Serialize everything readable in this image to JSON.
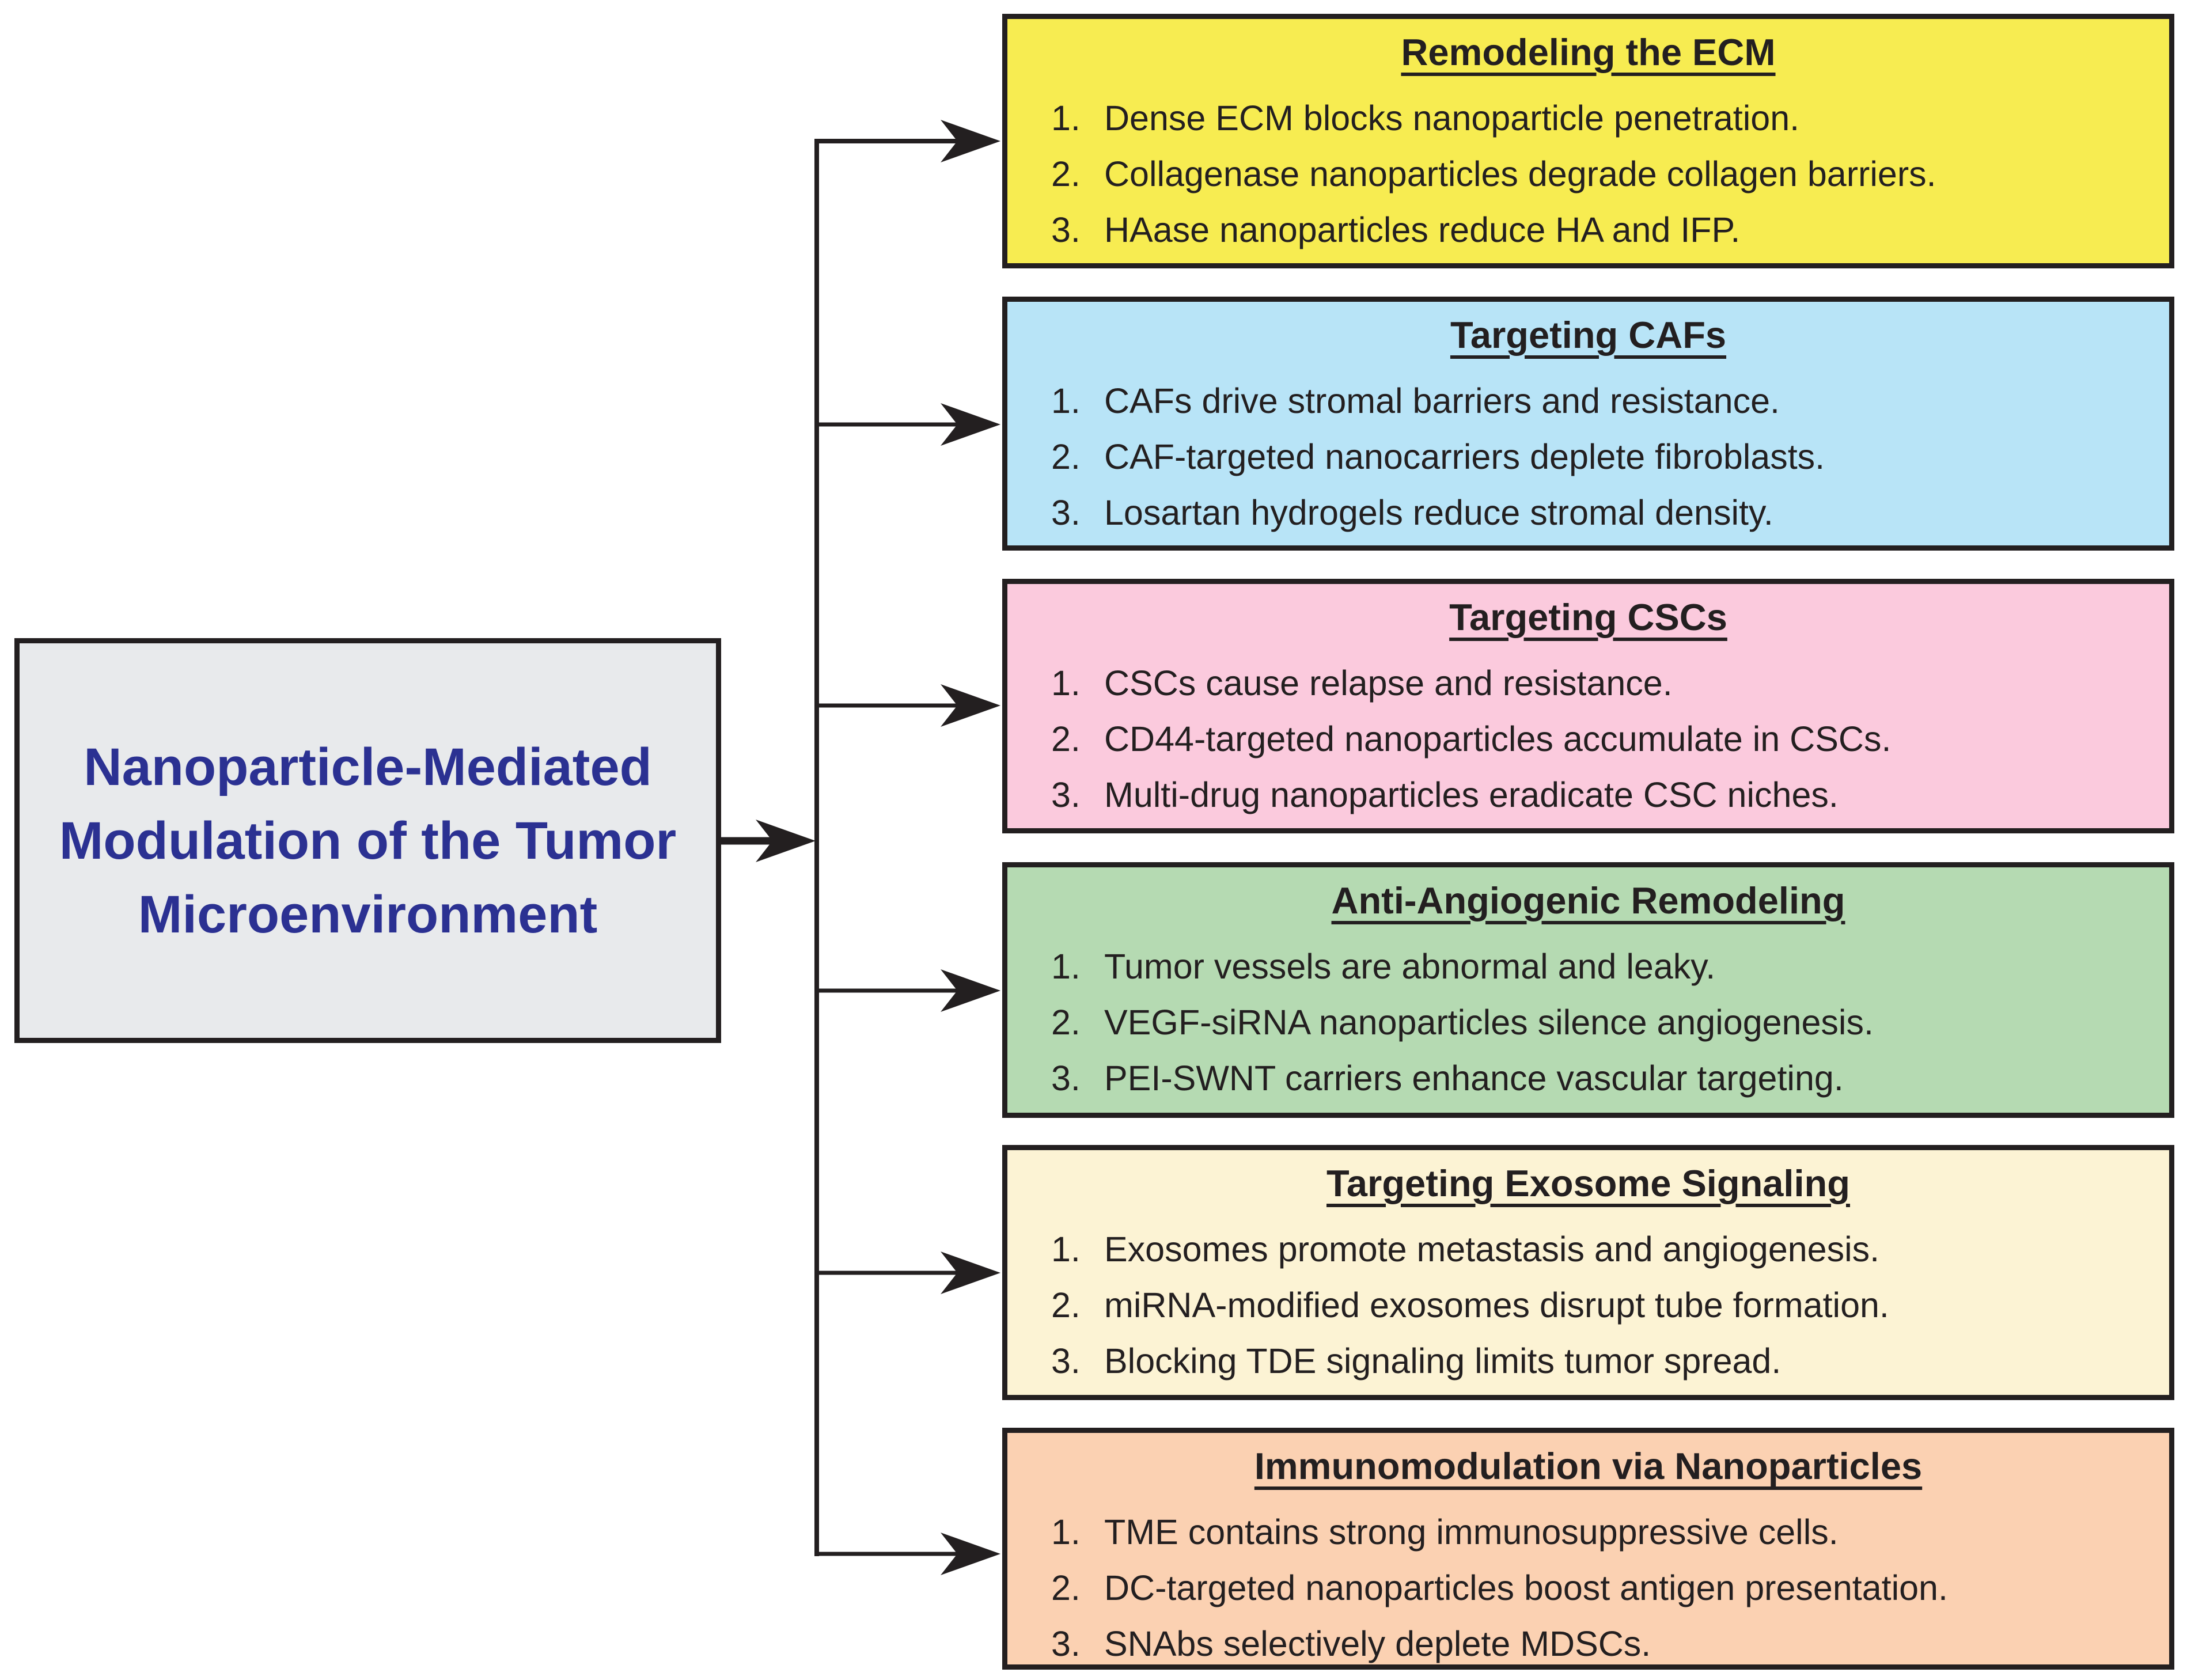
{
  "diagram": {
    "line_color": "#231f20",
    "root": {
      "title": "Nanoparticle-Mediated Modulation of the Tumor Microenvironment",
      "title_lines": [
        "Nanoparticle-Mediated",
        "Modulation of the Tumor",
        "Microenvironment"
      ],
      "text_color": "#2b3192",
      "bg": "#e8eaec"
    },
    "list_numbers": [
      "1.",
      "2.",
      "3."
    ],
    "boxes": [
      {
        "title": "Remodeling the ECM",
        "bg": "#f7ec51",
        "items": [
          "Dense ECM blocks nanoparticle penetration.",
          "Collagenase nanoparticles degrade collagen barriers.",
          "HAase nanoparticles reduce HA and IFP."
        ]
      },
      {
        "title": "Targeting CAFs",
        "bg": "#b8e4f7",
        "items": [
          "CAFs drive stromal barriers and resistance.",
          "CAF-targeted nanocarriers deplete fibroblasts.",
          "Losartan hydrogels reduce stromal density."
        ]
      },
      {
        "title": "Targeting CSCs",
        "bg": "#fbcadd",
        "items": [
          "CSCs cause relapse and resistance.",
          "CD44-targeted nanoparticles accumulate in CSCs.",
          "Multi-drug nanoparticles eradicate CSC niches."
        ]
      },
      {
        "title": "Anti-Angiogenic Remodeling",
        "bg": "#b5dab2",
        "items": [
          "Tumor vessels are abnormal and leaky.",
          "VEGF-siRNA nanoparticles silence angiogenesis.",
          "PEI-SWNT carriers enhance vascular targeting."
        ]
      },
      {
        "title": "Targeting Exosome Signaling",
        "bg": "#fcf3d4",
        "items": [
          "Exosomes promote metastasis and angiogenesis.",
          "miRNA-modified exosomes disrupt tube formation.",
          "Blocking TDE signaling limits tumor spread."
        ]
      },
      {
        "title": "Immunomodulation via Nanoparticles",
        "bg": "#fbd1b2",
        "items": [
          "TME contains strong immunosuppressive cells.",
          "DC-targeted nanoparticles boost antigen presentation.",
          "SNAbs selectively deplete MDSCs."
        ]
      }
    ]
  }
}
